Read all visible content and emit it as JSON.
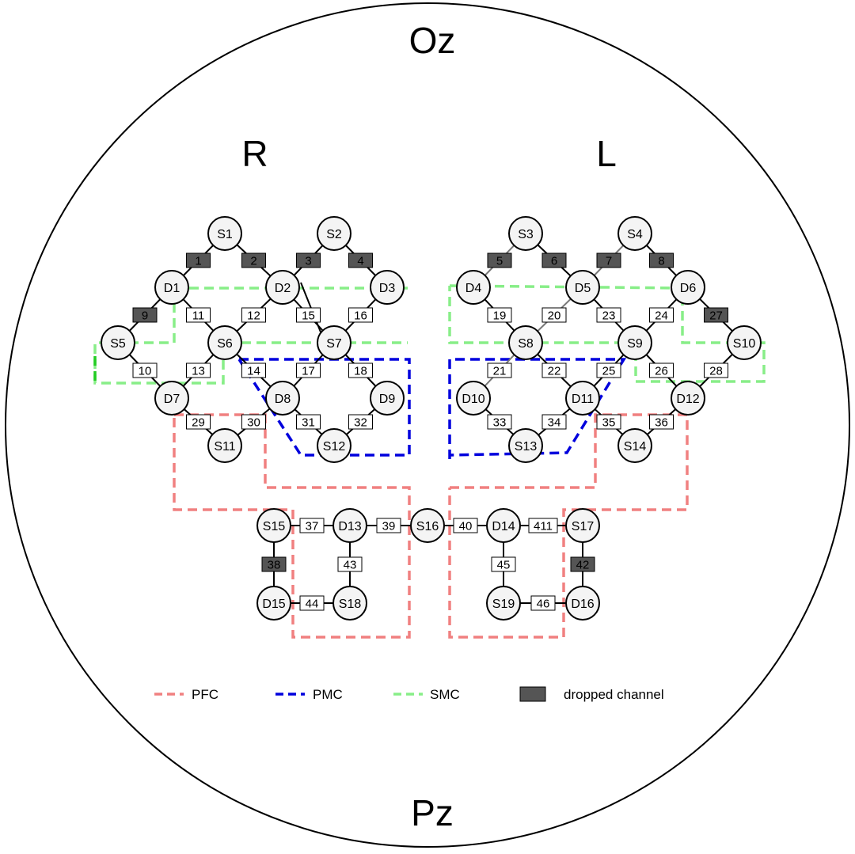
{
  "head_labels": {
    "top": "Oz",
    "bottom": "Pz",
    "right_hemisphere": "R",
    "left_hemisphere": "L"
  },
  "colors": {
    "pfc": "#f08080",
    "pmc": "#0000dd",
    "smc": "#88ee88",
    "smc_dark": "#22cc22",
    "dropped": "#555555",
    "node_fill": "#f4f4f4",
    "edge": "#000000",
    "edge_gray": "#777777"
  },
  "legend": [
    {
      "key": "pfc",
      "label": "PFC",
      "style": "dashed",
      "color": "#f08080"
    },
    {
      "key": "pmc",
      "label": "PMC",
      "style": "dashed",
      "color": "#0000dd"
    },
    {
      "key": "smc",
      "label": "SMC",
      "style": "dashed",
      "color": "#88ee88"
    },
    {
      "key": "dropped",
      "label": "dropped channel",
      "style": "box",
      "color": "#555555"
    }
  ],
  "optodes": [
    "S1",
    "S2",
    "D1",
    "D2",
    "D3",
    "S5",
    "S6",
    "S7",
    "D7",
    "D8",
    "D9",
    "S11",
    "S12",
    "S3",
    "S4",
    "D4",
    "D5",
    "D6",
    "S8",
    "S9",
    "S10",
    "D10",
    "D11",
    "D12",
    "S13",
    "S14",
    "S15",
    "D13",
    "S16",
    "D14",
    "S17",
    "D15",
    "S18",
    "S19",
    "D16"
  ],
  "channels": [
    {
      "id": "1",
      "from": "S1",
      "to": "D1",
      "dropped": true
    },
    {
      "id": "2",
      "from": "S1",
      "to": "D2",
      "dropped": true
    },
    {
      "id": "3",
      "from": "S2",
      "to": "D2",
      "dropped": true
    },
    {
      "id": "4",
      "from": "S2",
      "to": "D3",
      "dropped": true
    },
    {
      "id": "9",
      "from": "D1",
      "to": "S5",
      "dropped": true
    },
    {
      "id": "11",
      "from": "D1",
      "to": "S6",
      "dropped": false
    },
    {
      "id": "12",
      "from": "D2",
      "to": "S6",
      "dropped": false
    },
    {
      "id": "15",
      "from": "D2",
      "to": "S7",
      "dropped": false
    },
    {
      "id": "16",
      "from": "D3",
      "to": "S7",
      "dropped": false
    },
    {
      "id": "10",
      "from": "S5",
      "to": "D7",
      "dropped": false
    },
    {
      "id": "13",
      "from": "S6",
      "to": "D7",
      "dropped": false
    },
    {
      "id": "14",
      "from": "S6",
      "to": "D8",
      "dropped": false
    },
    {
      "id": "17",
      "from": "S7",
      "to": "D8",
      "dropped": false
    },
    {
      "id": "18",
      "from": "S7",
      "to": "D9",
      "dropped": false
    },
    {
      "id": "29",
      "from": "D7",
      "to": "S11",
      "dropped": false
    },
    {
      "id": "30",
      "from": "D8",
      "to": "S11",
      "dropped": false
    },
    {
      "id": "31",
      "from": "D8",
      "to": "S12",
      "dropped": false
    },
    {
      "id": "32",
      "from": "D9",
      "to": "S12",
      "dropped": false
    },
    {
      "id": "5",
      "from": "S3",
      "to": "D4",
      "dropped": true
    },
    {
      "id": "6",
      "from": "S3",
      "to": "D5",
      "dropped": true
    },
    {
      "id": "7",
      "from": "S4",
      "to": "D5",
      "dropped": true
    },
    {
      "id": "8",
      "from": "S4",
      "to": "D6",
      "dropped": true
    },
    {
      "id": "19",
      "from": "D4",
      "to": "S8",
      "dropped": false
    },
    {
      "id": "20",
      "from": "D5",
      "to": "S8",
      "dropped": false
    },
    {
      "id": "23",
      "from": "D5",
      "to": "S9",
      "dropped": false
    },
    {
      "id": "24",
      "from": "D6",
      "to": "S9",
      "dropped": false
    },
    {
      "id": "27",
      "from": "D6",
      "to": "S10",
      "dropped": true
    },
    {
      "id": "21",
      "from": "S8",
      "to": "D10",
      "dropped": false
    },
    {
      "id": "22",
      "from": "S8",
      "to": "D11",
      "dropped": false
    },
    {
      "id": "25",
      "from": "S9",
      "to": "D11",
      "dropped": false
    },
    {
      "id": "26",
      "from": "S9",
      "to": "D12",
      "dropped": false
    },
    {
      "id": "28",
      "from": "S10",
      "to": "D12",
      "dropped": false
    },
    {
      "id": "33",
      "from": "D10",
      "to": "S13",
      "dropped": false
    },
    {
      "id": "34",
      "from": "D11",
      "to": "S13",
      "dropped": false
    },
    {
      "id": "35",
      "from": "D11",
      "to": "S14",
      "dropped": false
    },
    {
      "id": "36",
      "from": "D12",
      "to": "S14",
      "dropped": false
    },
    {
      "id": "37",
      "from": "S15",
      "to": "D13",
      "dropped": false
    },
    {
      "id": "39",
      "from": "D13",
      "to": "S16",
      "dropped": false
    },
    {
      "id": "40",
      "from": "S16",
      "to": "D14",
      "dropped": false
    },
    {
      "id": "411",
      "from": "D14",
      "to": "S17",
      "dropped": false
    },
    {
      "id": "38",
      "from": "S15",
      "to": "D15",
      "dropped": true
    },
    {
      "id": "43",
      "from": "D13",
      "to": "S18",
      "dropped": false
    },
    {
      "id": "45",
      "from": "D14",
      "to": "S19",
      "dropped": false
    },
    {
      "id": "42",
      "from": "S17",
      "to": "D16",
      "dropped": true
    },
    {
      "id": "44",
      "from": "D15",
      "to": "S18",
      "dropped": false
    },
    {
      "id": "46",
      "from": "S19",
      "to": "D16",
      "dropped": false
    }
  ]
}
